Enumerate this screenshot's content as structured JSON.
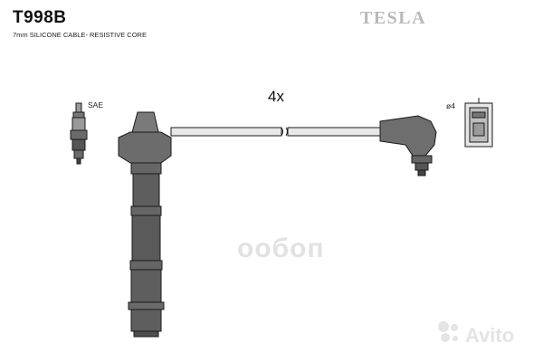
{
  "header": {
    "part_code": "T998B",
    "subtitle": "7mm SILICONE CABLE- RESISTIVE CORE",
    "brand": "TESLA"
  },
  "diagram": {
    "quantity_label": "4x",
    "spark_plug_label": "SAE",
    "terminal_label": "ø4"
  },
  "watermark": {
    "text": "ообоп",
    "logo_text": "Avito"
  },
  "colors": {
    "part_fill": "#6e6e6e",
    "outline": "#1a1a1a",
    "brand_gray": "#b9b9b9"
  }
}
